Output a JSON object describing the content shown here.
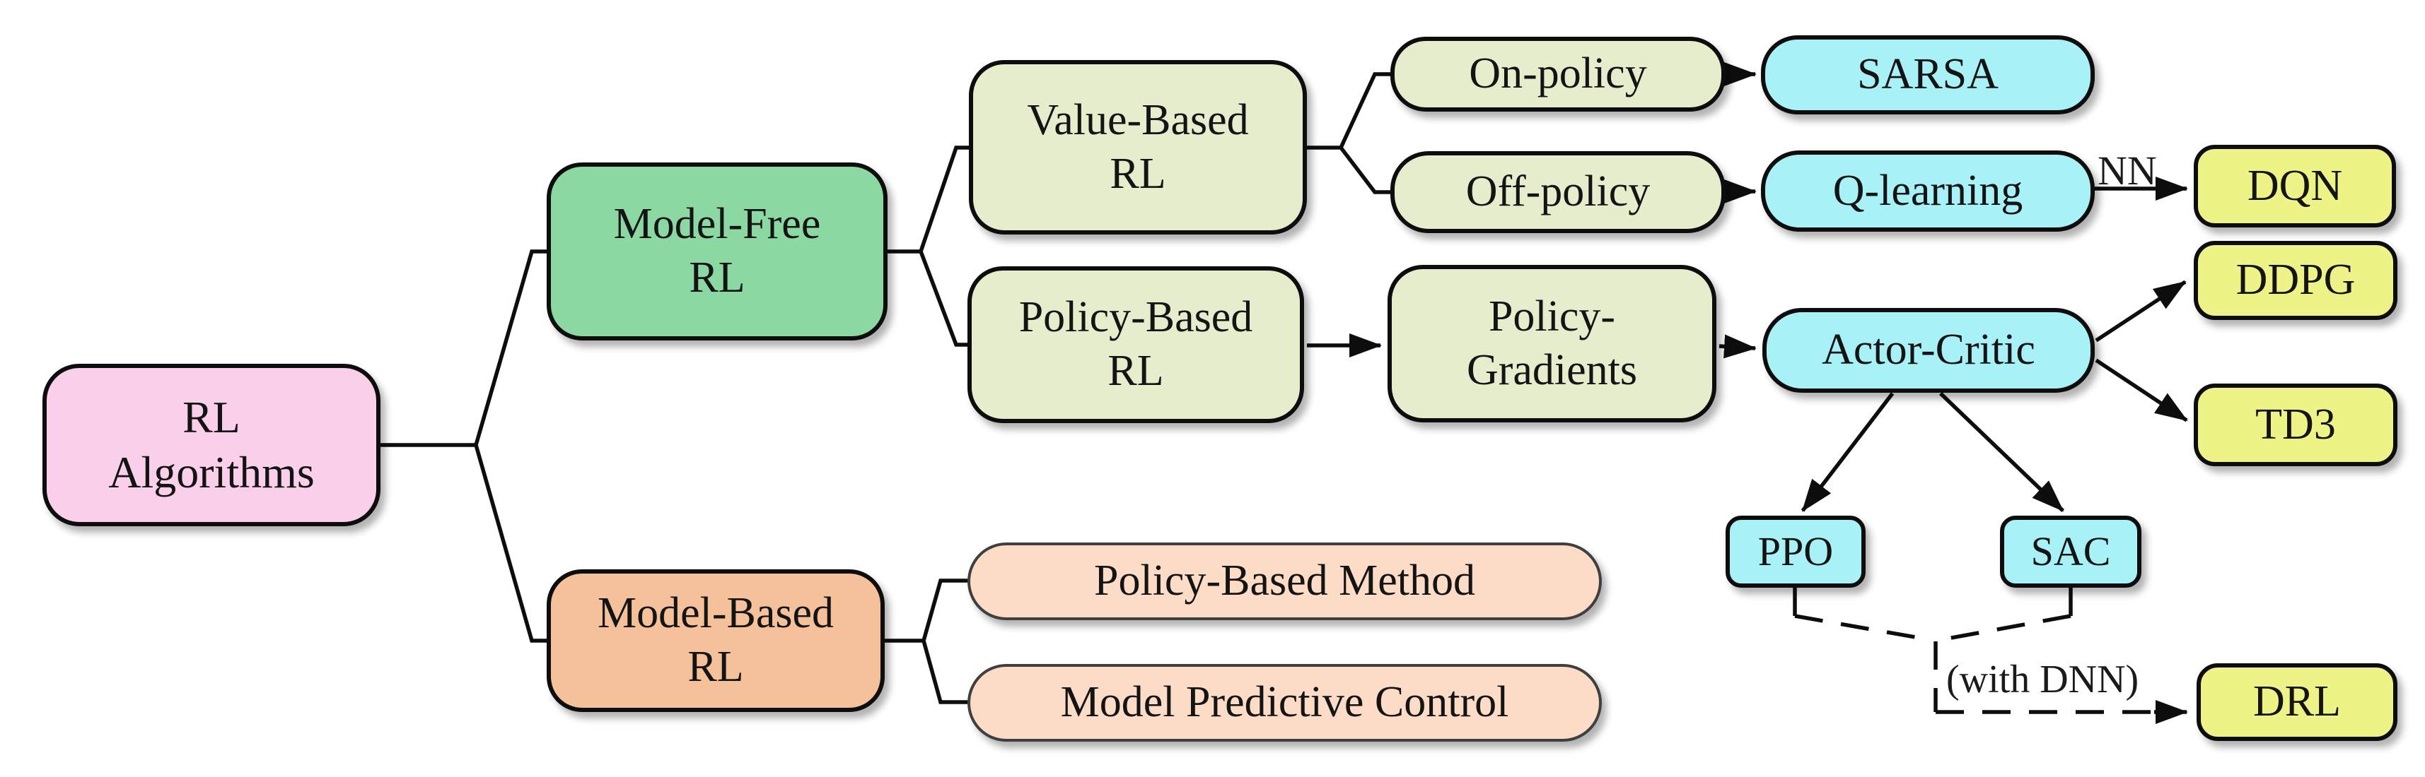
{
  "diagram": {
    "title": "RL Algorithms",
    "type": "taxonomy-flowchart",
    "description": "Tree of reinforcement learning algorithm families from RL Algorithms root to DRL"
  },
  "nodes": {
    "rl_algorithms": {
      "label": "RL\nAlgorithms",
      "fill": "#f9cfe9"
    },
    "model_free_rl": {
      "label": "Model-Free\nRL",
      "fill": "#8bd8a3"
    },
    "model_based_rl": {
      "label": "Model-Based\nRL",
      "fill": "#f5c19b"
    },
    "value_based_rl": {
      "label": "Value-Based\nRL",
      "fill": "#e6edcc"
    },
    "policy_based_rl": {
      "label": "Policy-Based\nRL",
      "fill": "#e6edcc"
    },
    "policy_gradients": {
      "label": "Policy-\nGradients",
      "fill": "#e6edcc"
    },
    "on_policy": {
      "label": "On-policy",
      "fill": "#e6edcc"
    },
    "off_policy": {
      "label": "Off-policy",
      "fill": "#e6edcc"
    },
    "sarsa": {
      "label": "SARSA",
      "fill": "#a8f1f7"
    },
    "q_learning": {
      "label": "Q-learning",
      "fill": "#a8f1f7"
    },
    "actor_critic": {
      "label": "Actor-Critic",
      "fill": "#a8f1f7"
    },
    "ppo": {
      "label": "PPO",
      "fill": "#a8f1f7"
    },
    "sac": {
      "label": "SAC",
      "fill": "#a8f1f7"
    },
    "dqn": {
      "label": "DQN",
      "fill": "#eef387"
    },
    "ddpg": {
      "label": "DDPG",
      "fill": "#eef387"
    },
    "td3": {
      "label": "TD3",
      "fill": "#eef387"
    },
    "drl": {
      "label": "DRL",
      "fill": "#eef387"
    },
    "policy_based_method": {
      "label": "Policy-Based Method",
      "fill": "#fcdcc6"
    },
    "model_predictive_control": {
      "label": "Model Predictive Control",
      "fill": "#fcdcc6"
    }
  },
  "edge_labels": {
    "nn": "NN",
    "with_dnn": "(with DNN)"
  },
  "edges": [
    {
      "from": "RL Algorithms",
      "to": "Model-Free RL",
      "style": "bracket"
    },
    {
      "from": "RL Algorithms",
      "to": "Model-Based RL",
      "style": "bracket"
    },
    {
      "from": "Model-Free RL",
      "to": "Value-Based RL",
      "style": "bracket"
    },
    {
      "from": "Model-Free RL",
      "to": "Policy-Based RL",
      "style": "bracket"
    },
    {
      "from": "Value-Based RL",
      "to": "On-policy",
      "style": "bracket"
    },
    {
      "from": "Value-Based RL",
      "to": "Off-policy",
      "style": "bracket"
    },
    {
      "from": "On-policy",
      "to": "SARSA",
      "style": "arrow"
    },
    {
      "from": "Off-policy",
      "to": "Q-learning",
      "style": "arrow"
    },
    {
      "from": "Q-learning",
      "to": "DQN",
      "style": "arrow",
      "label": "NN"
    },
    {
      "from": "Policy-Based RL",
      "to": "Policy-Gradients",
      "style": "arrow"
    },
    {
      "from": "Policy-Gradients",
      "to": "Actor-Critic",
      "style": "arrow"
    },
    {
      "from": "Actor-Critic",
      "to": "DDPG",
      "style": "arrow"
    },
    {
      "from": "Actor-Critic",
      "to": "TD3",
      "style": "arrow"
    },
    {
      "from": "Actor-Critic",
      "to": "PPO",
      "style": "arrow"
    },
    {
      "from": "Actor-Critic",
      "to": "SAC",
      "style": "arrow"
    },
    {
      "from": "PPO",
      "to": "DRL",
      "style": "dashed-arrow",
      "label": "(with DNN)"
    },
    {
      "from": "SAC",
      "to": "DRL",
      "style": "dashed-arrow",
      "label": "(with DNN)"
    },
    {
      "from": "Model-Based RL",
      "to": "Policy-Based Method",
      "style": "bracket"
    },
    {
      "from": "Model-Based RL",
      "to": "Model Predictive Control",
      "style": "bracket"
    }
  ],
  "colors": {
    "root_pink": "#f9cfe9",
    "model_free_green": "#8bd8a3",
    "model_based_orange": "#f5c19b",
    "category_olive": "#e6edcc",
    "algorithm_cyan": "#a8f1f7",
    "deep_yellow": "#eef387",
    "method_peach": "#fcdcc6",
    "line_black": "#0d0d0d",
    "background": "#ffffff"
  }
}
